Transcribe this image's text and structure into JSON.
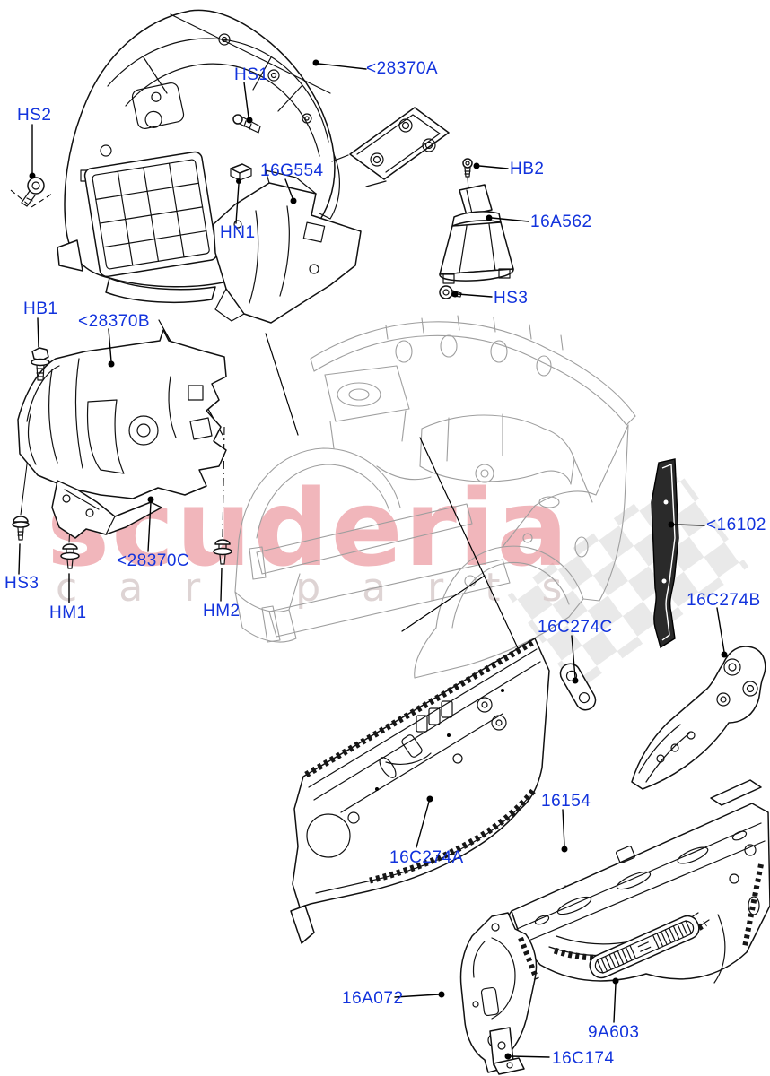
{
  "page": {
    "background": "#ffffff"
  },
  "watermark": {
    "brand": "scuderia",
    "subtitle": "car parts",
    "brand_color": "#e0525e",
    "subtitle_color": "#d9cdcd",
    "checker_color": "#dadada"
  },
  "diagram": {
    "label_color": "#1233dd",
    "line_color": "#000000",
    "labels": [
      {
        "id": "HS2",
        "text": "HS2"
      },
      {
        "id": "HS1",
        "text": "HS1"
      },
      {
        "id": "28370A",
        "text": "<28370A"
      },
      {
        "id": "16G554",
        "text": "16G554"
      },
      {
        "id": "HN1",
        "text": "HN1"
      },
      {
        "id": "HB2",
        "text": "HB2"
      },
      {
        "id": "16A562",
        "text": "16A562"
      },
      {
        "id": "HS3_right",
        "text": "HS3"
      },
      {
        "id": "HB1",
        "text": "HB1"
      },
      {
        "id": "28370B",
        "text": "<28370B"
      },
      {
        "id": "16102",
        "text": "<16102"
      },
      {
        "id": "28370C",
        "text": "<28370C"
      },
      {
        "id": "HS3_left",
        "text": "HS3"
      },
      {
        "id": "HM1",
        "text": "HM1"
      },
      {
        "id": "HM2",
        "text": "HM2"
      },
      {
        "id": "16C274C",
        "text": "16C274C"
      },
      {
        "id": "16C274B",
        "text": "16C274B"
      },
      {
        "id": "16154",
        "text": "16154"
      },
      {
        "id": "16C274A",
        "text": "16C274A"
      },
      {
        "id": "16A072",
        "text": "16A072"
      },
      {
        "id": "9A603",
        "text": "9A603"
      },
      {
        "id": "16C174",
        "text": "16C174"
      }
    ]
  }
}
